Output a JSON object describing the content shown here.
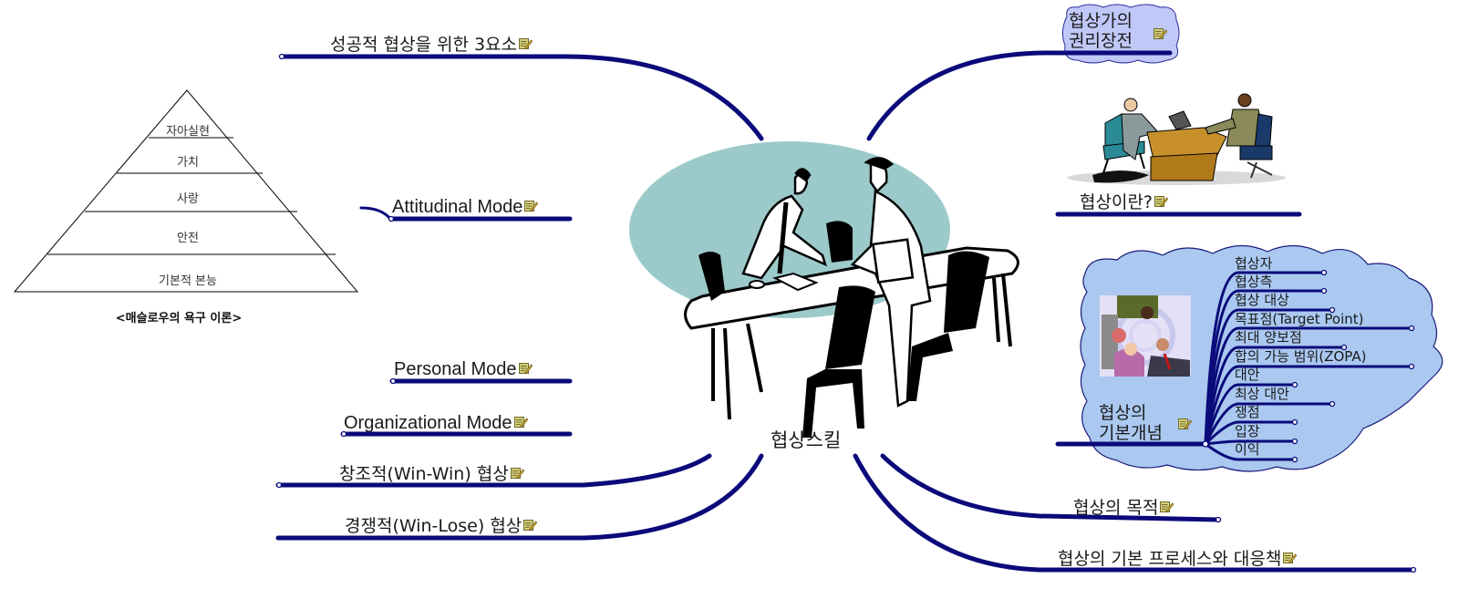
{
  "central_topic": {
    "label": "협상스킬",
    "image": "handshake-meeting-clipart"
  },
  "colors": {
    "branch_line": "#0a0a7a",
    "cloud_fill": "#b3c8f0",
    "cloud_fill_2": "#aac8f0",
    "central_ellipse": "#9ccacb",
    "callout_fill": "#c0c8f8"
  },
  "left_branches": [
    {
      "id": "success-3-factors",
      "label": "성공적 협상을 위한 3요소",
      "has_note": true
    },
    {
      "id": "attitudinal-mode",
      "label": "Attitudinal Mode",
      "has_note": true
    },
    {
      "id": "personal-mode",
      "label": "Personal Mode",
      "has_note": true
    },
    {
      "id": "organizational-mode",
      "label": "Organizational Mode",
      "has_note": true
    },
    {
      "id": "win-win",
      "label": "창조적(Win-Win) 협상",
      "has_note": true
    },
    {
      "id": "win-lose",
      "label": "경쟁적(Win-Lose) 협상",
      "has_note": true
    }
  ],
  "maslow_pyramid": {
    "levels": [
      "자아실현",
      "가치",
      "사랑",
      "안전",
      "기본적 본능"
    ],
    "caption": "<매슬로우의 욕구 이론>"
  },
  "right_branches": [
    {
      "id": "negotiator-rights",
      "label_line1": "협상가의",
      "label_line2": "권리장전",
      "has_note": true,
      "style": "cloud-callout"
    },
    {
      "id": "what-is-negotiation",
      "label": "협상이란?",
      "has_note": true,
      "image": "business-meeting-desk-clipart"
    },
    {
      "id": "basic-concepts",
      "label_line1": "협상의",
      "label_line2": "기본개념",
      "has_note": true,
      "image": "group-people-looking-down-clipart",
      "children": [
        "협상자",
        "협상측",
        "협상 대상",
        "목표점(Target Point)",
        "최대 양보점",
        "합의 가능 범위(ZOPA)",
        "대안",
        "최상 대안",
        "쟁점",
        "입장",
        "이익"
      ]
    },
    {
      "id": "purpose",
      "label": "협상의 목적",
      "has_note": true
    },
    {
      "id": "process",
      "label": "협상의 기본 프로세스와 대응책",
      "has_note": true
    }
  ]
}
